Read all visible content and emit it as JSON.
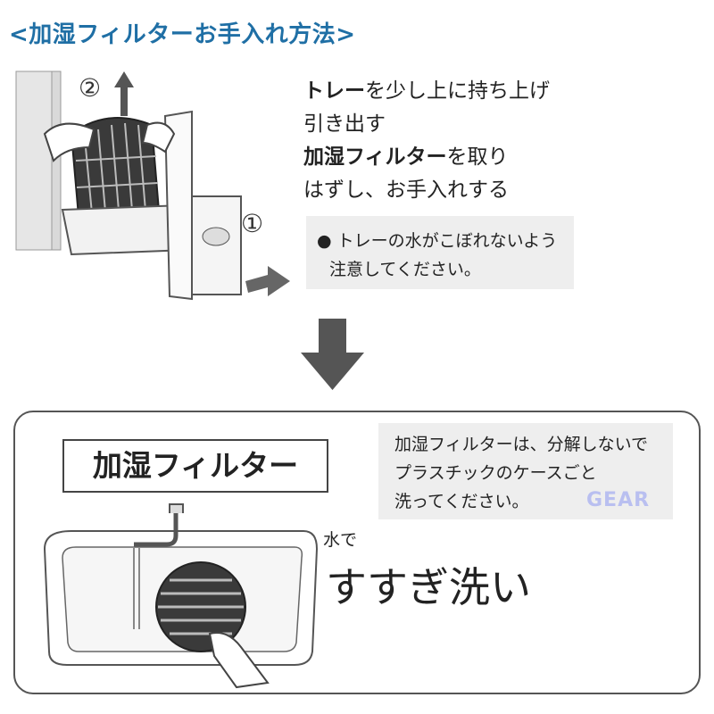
{
  "title": "<加湿フィルターお手入れ方法>",
  "step": {
    "circle_1": "①",
    "circle_2": "②",
    "line1_bold": "トレー",
    "line1_rest": "を少し上に持ち上げ",
    "line2": "引き出す",
    "line3_bold": "加湿フィルター",
    "line3_rest": "を取り",
    "line4": "はずし、お手入れする"
  },
  "note": {
    "line1": "● トレーの水がこぼれないよう",
    "line2": "注意してください。"
  },
  "bottom": {
    "label": "加湿フィルター",
    "wash_note_line1": "加湿フィルターは、分解しないで",
    "wash_note_line2": "プラスチックのケースごと",
    "wash_note_line3": "洗ってください。",
    "watermark": "GEAR",
    "water_label": "水で",
    "rinse_label": "すすぎ洗い"
  },
  "icons": {
    "down_arrow": "down-arrow-icon",
    "up_arrow": "up-arrow-icon",
    "pull_arrow": "right-arrow-icon"
  }
}
